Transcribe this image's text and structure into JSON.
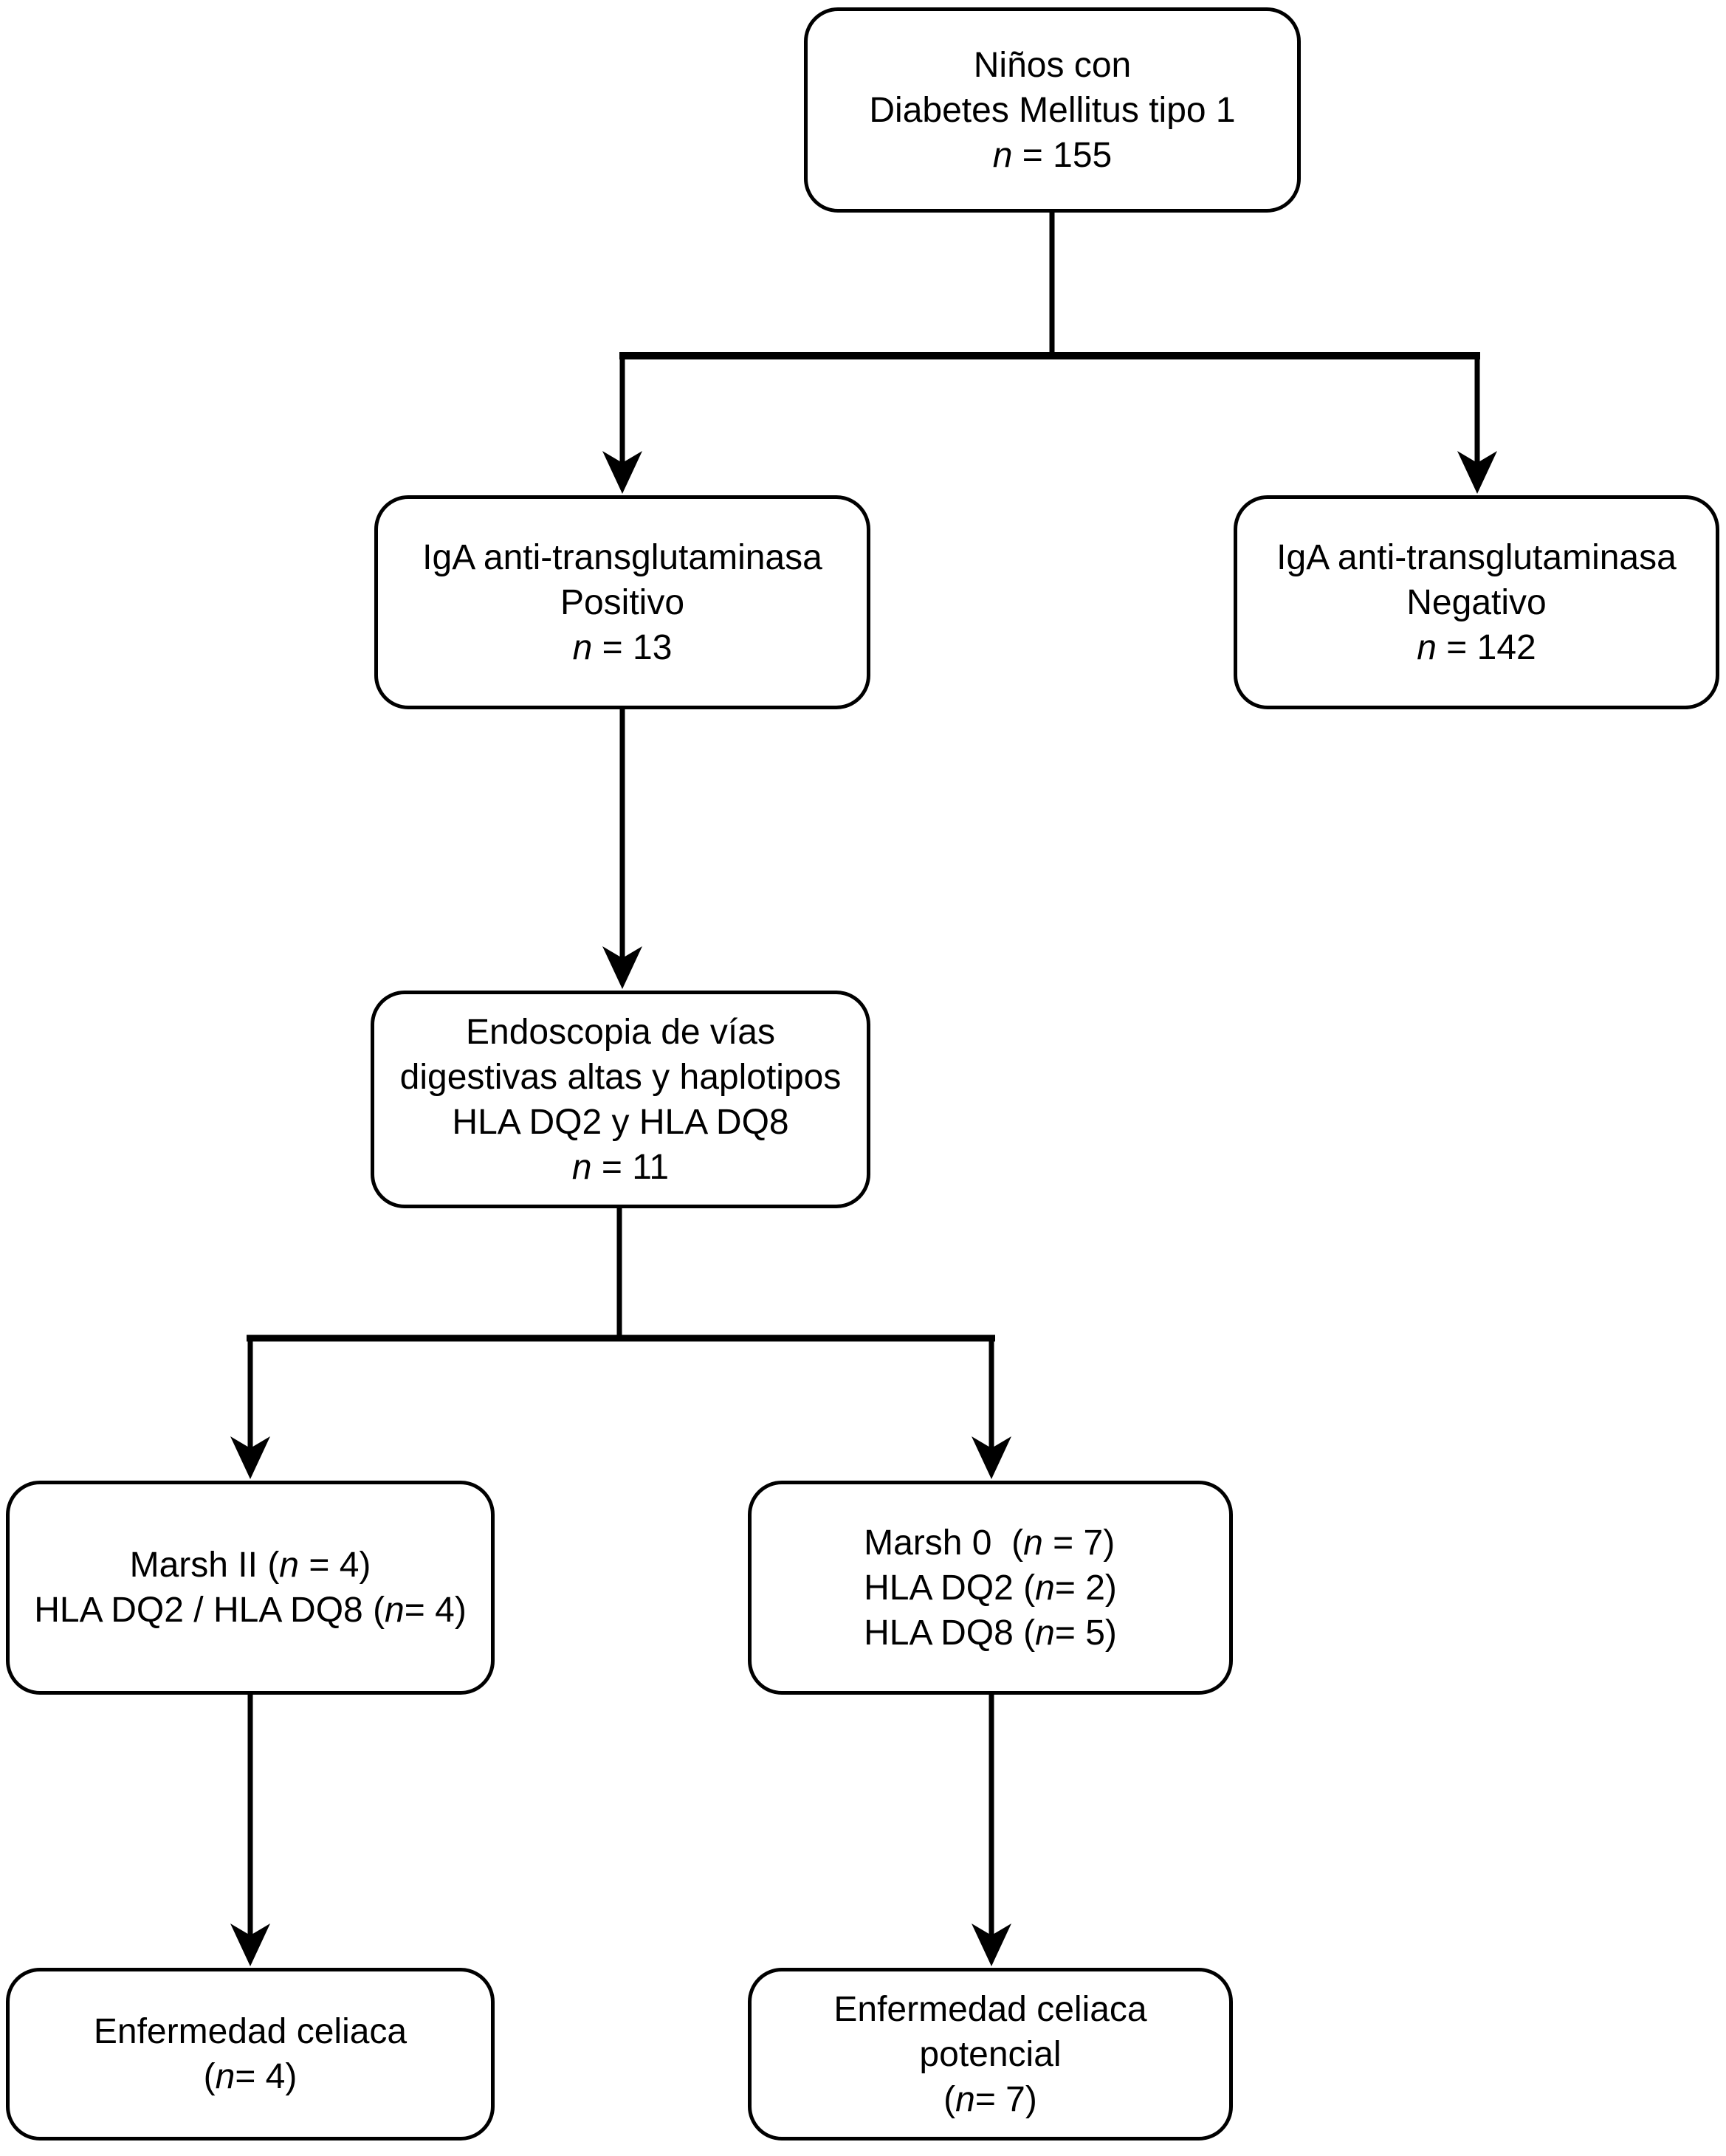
{
  "diagram": {
    "background_color": "#ffffff",
    "box_fill_color": "#ffffff",
    "box_border_color": "#000000",
    "line_color": "#000000",
    "text_color": "#000000",
    "nodes": [
      {
        "id": "dm1",
        "label": "ninos-diabetes-tipo-1",
        "lines": [
          "Niños con",
          "Diabetes Mellitus tipo 1",
          "*n* = 155"
        ]
      },
      {
        "id": "iga_pos",
        "label": "iga-anti-transglutaminasa-positivo",
        "lines": [
          "IgA anti-transglutaminasa",
          "Positivo",
          "*n* = 13"
        ]
      },
      {
        "id": "iga_neg",
        "label": "iga-anti-transglutaminasa-negativo",
        "lines": [
          "IgA anti-transglutaminasa",
          "Negativo",
          "*n* = 142"
        ]
      },
      {
        "id": "endo",
        "label": "endoscopia-haplotipos",
        "lines": [
          "Endoscopia de vías",
          "digestivas altas y haplotipos",
          "HLA DQ2 y HLA DQ8",
          "*n* = 11"
        ]
      },
      {
        "id": "marsh2",
        "label": "marsh-ii",
        "lines": [
          "Marsh II (*n* = 4)",
          "HLA DQ2 / HLA DQ8 (*n*= 4)"
        ]
      },
      {
        "id": "marsh0",
        "label": "marsh-0",
        "lines": [
          "Marsh 0  (*n* = 7)",
          "HLA DQ2 (*n*= 2)",
          "HLA DQ8 (*n*= 5)"
        ]
      },
      {
        "id": "ec",
        "label": "enfermedad-celiaca",
        "lines": [
          "Enfermedad celiaca",
          "(*n*= 4)"
        ]
      },
      {
        "id": "ecp",
        "label": "enfermedad-celiaca-potencial",
        "lines": [
          "Enfermedad celiaca",
          "potencial",
          "(*n*= 7)"
        ]
      }
    ],
    "edges": [
      {
        "from": "dm1",
        "to": "iga_pos",
        "type": "arrow"
      },
      {
        "from": "dm1",
        "to": "iga_neg",
        "type": "arrow"
      },
      {
        "from": "iga_pos",
        "to": "endo",
        "type": "arrow"
      },
      {
        "from": "endo",
        "to": "marsh2",
        "type": "arrow"
      },
      {
        "from": "endo",
        "to": "marsh0",
        "type": "arrow"
      },
      {
        "from": "marsh2",
        "to": "ec",
        "type": "arrow"
      },
      {
        "from": "marsh0",
        "to": "ecp",
        "type": "arrow"
      }
    ]
  }
}
